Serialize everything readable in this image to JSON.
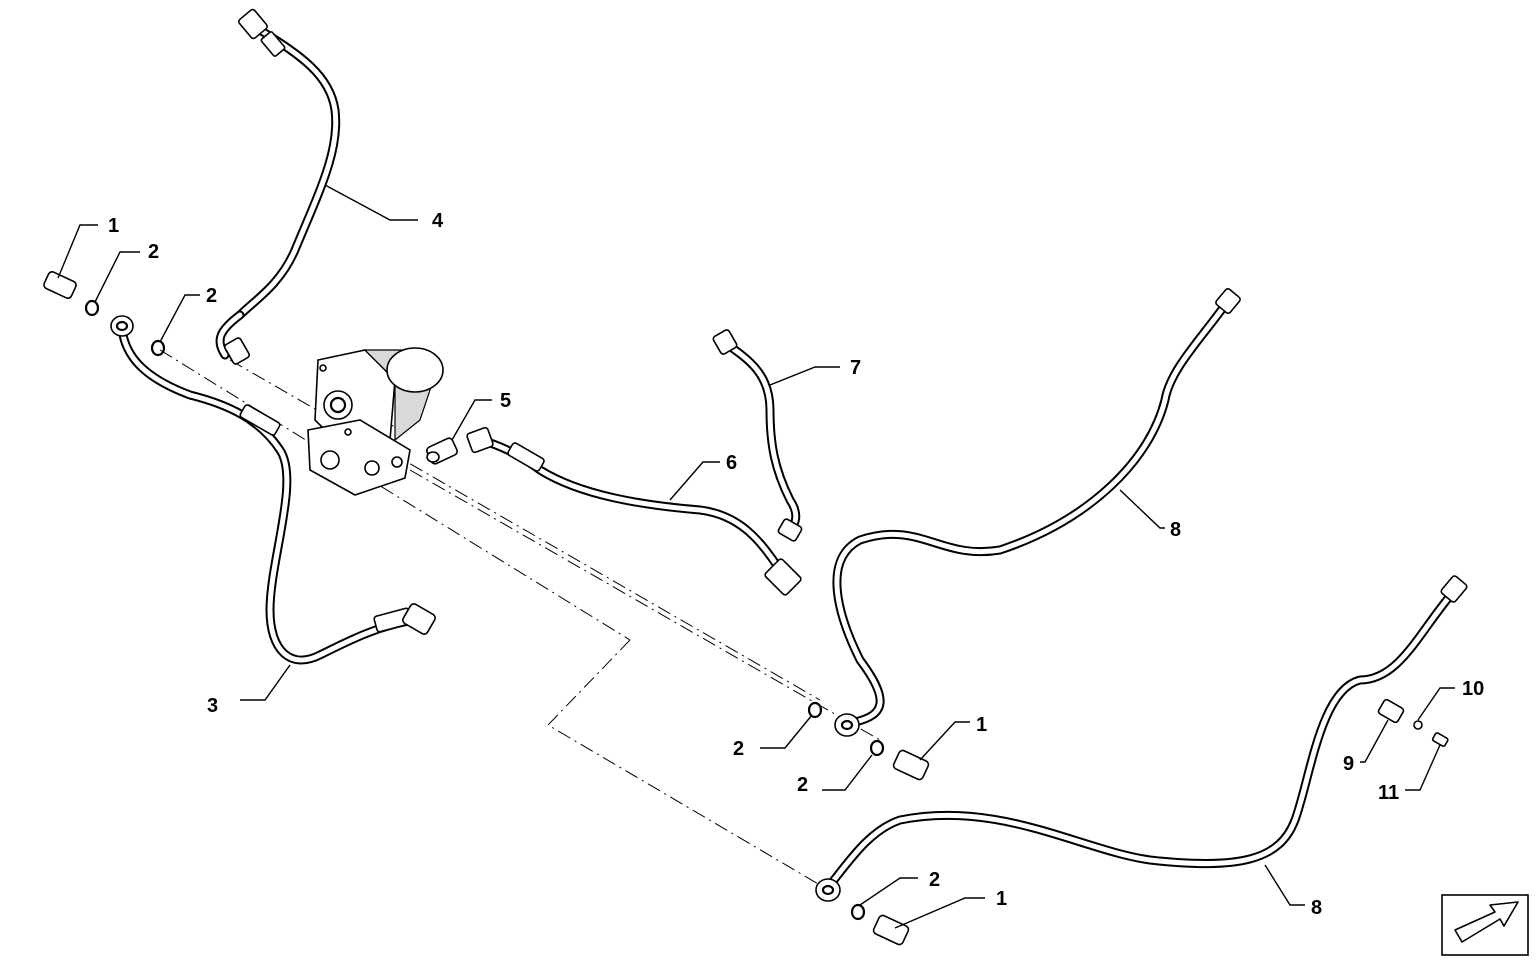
{
  "callouts": [
    {
      "label": "1"
    },
    {
      "label": "2"
    },
    {
      "label": "2"
    },
    {
      "label": "4"
    },
    {
      "label": "5"
    },
    {
      "label": "7"
    },
    {
      "label": "6"
    },
    {
      "label": "8"
    },
    {
      "label": "3"
    },
    {
      "label": "2"
    },
    {
      "label": "2"
    },
    {
      "label": "1"
    },
    {
      "label": "10"
    },
    {
      "label": "9"
    },
    {
      "label": "11"
    },
    {
      "label": "2"
    },
    {
      "label": "1"
    },
    {
      "label": "8"
    }
  ],
  "icons": {
    "direction_box": "arrow-direction-icon"
  }
}
